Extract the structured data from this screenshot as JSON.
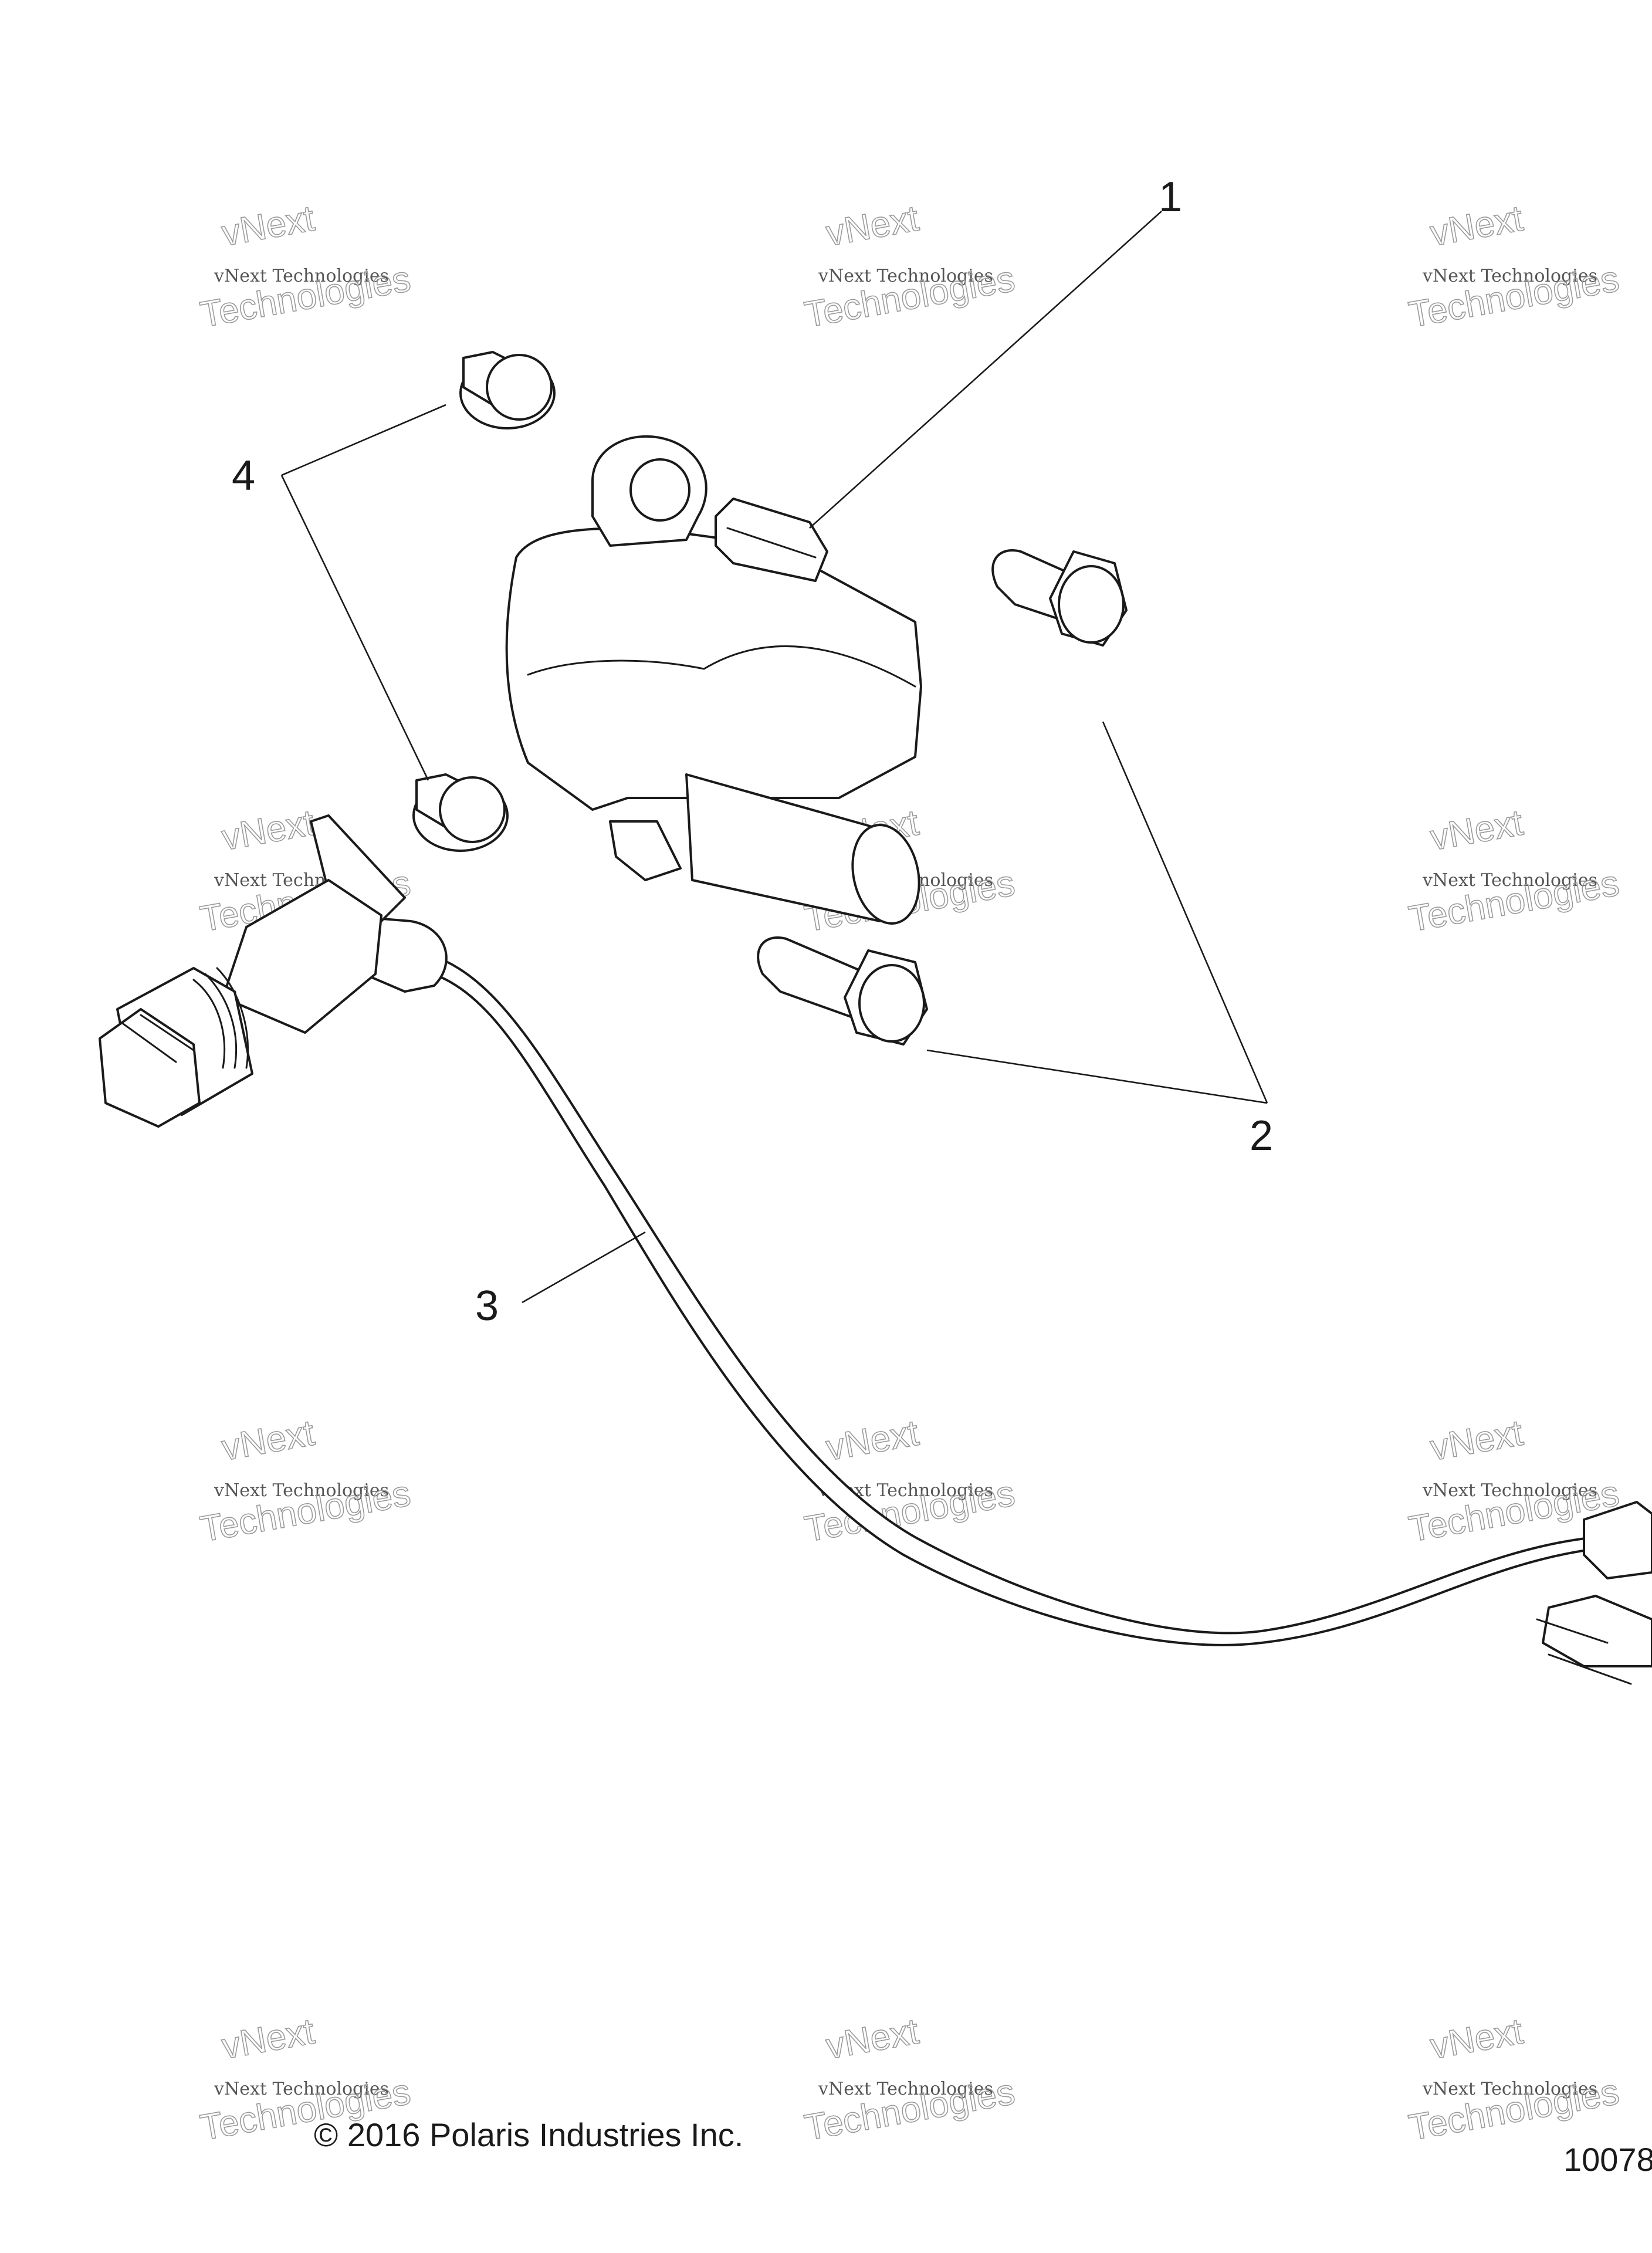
{
  "callouts": [
    {
      "id": "1",
      "label": "1",
      "part": "ignition-coil"
    },
    {
      "id": "2",
      "label": "2",
      "part": "flange-bolt"
    },
    {
      "id": "3",
      "label": "3",
      "part": "wire-harness"
    },
    {
      "id": "4",
      "label": "4",
      "part": "flange-nut"
    }
  ],
  "watermark": {
    "line1": "vNext Technologies",
    "line2": "vNext",
    "line3": "Technologies"
  },
  "footer": {
    "copyright": "© 2016 Polaris Industries Inc.",
    "figure_number": "10078"
  }
}
